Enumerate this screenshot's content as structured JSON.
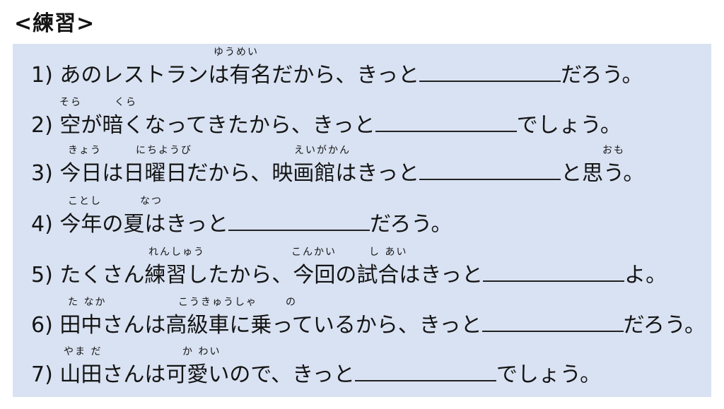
{
  "title": "<練習>",
  "sentences": [
    {
      "before": "1) あのレストランは有名だから、きっと",
      "after": "だろう。",
      "furigana": [
        "ゆうめい"
      ]
    },
    {
      "before": "2) 空が暗くなってきたから、きっと",
      "after": "でしょう。",
      "furigana": [
        "そら",
        "くら"
      ]
    },
    {
      "before": "3) 今日は日曜日だから、映画館はきっと",
      "after": "と思う。",
      "furigana": [
        "きょう",
        "にちようび",
        "えいがかん",
        "おも"
      ]
    },
    {
      "before": "4) 今年の夏はきっと",
      "after": "だろう。",
      "furigana": [
        "ことし",
        "なつ"
      ]
    },
    {
      "before": "5) たくさん練習したから、今回の試合はきっと",
      "after": "よ。",
      "furigana": [
        "れんしゅう",
        "こんかい",
        "し あい"
      ]
    },
    {
      "before": "6) 田中さんは高級車に乗っているから、きっと",
      "after": "だろう。",
      "furigana": [
        "た なか",
        "こうきゅうしゃ",
        "の"
      ]
    },
    {
      "before": "7) 山田さんは可愛いので、きっと",
      "after": "でしょう。",
      "furigana": [
        "やま だ",
        "か わい"
      ]
    }
  ]
}
